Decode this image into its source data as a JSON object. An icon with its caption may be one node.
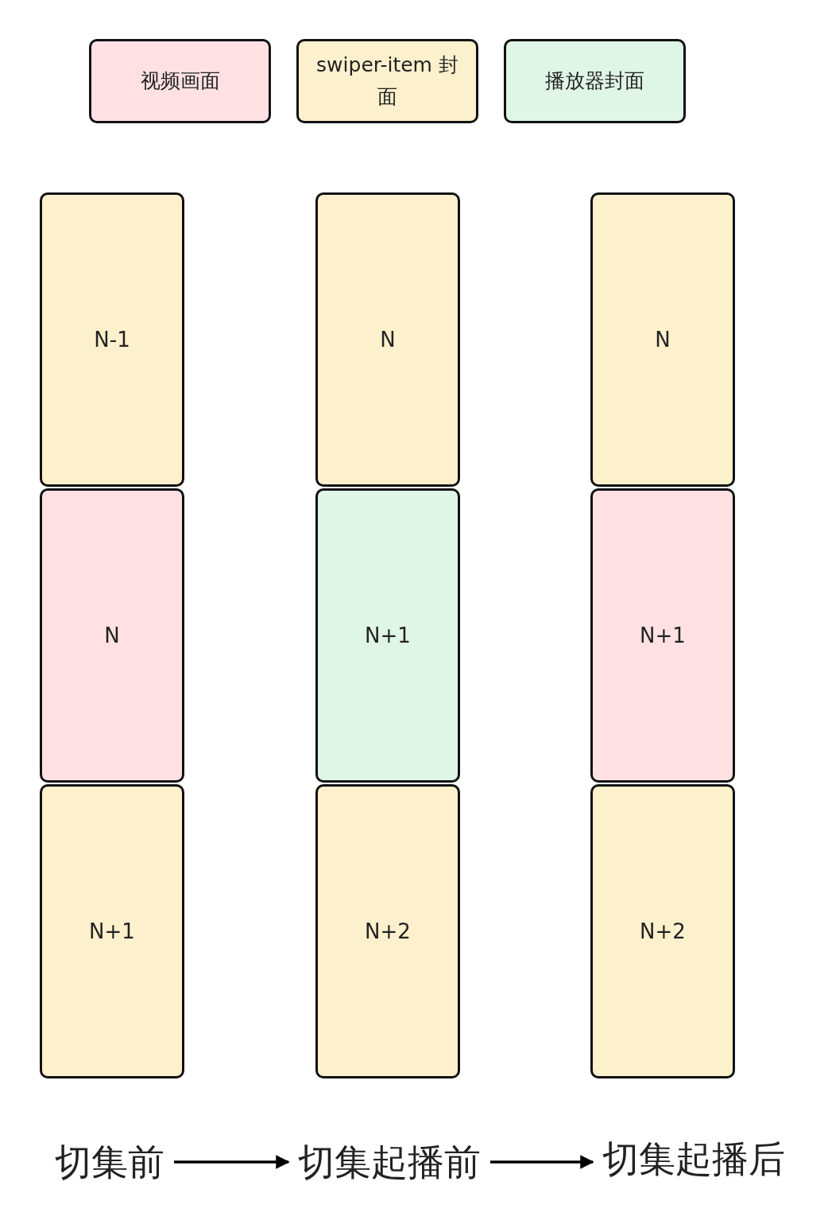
{
  "diagram": {
    "nodes": [
      {
        "text": [
          "N-1"
        ]
      },
      {
        "text": [
          "N"
        ]
      },
      {
        "text": [
          "N"
        ]
      },
      {
        "text": [
          "N"
        ]
      },
      {
        "text": [
          "N+1"
        ]
      },
      {
        "text": [
          "N+1"
        ]
      },
      {
        "text": [
          "N+1"
        ]
      },
      {
        "text": [
          "N+2"
        ]
      },
      {
        "text": [
          "N+2"
        ]
      },
      {
        "text": [
          "切集前"
        ]
      },
      {
        "text": [
          "切集起播前"
        ]
      },
      {
        "text": [
          "切集起播后"
        ]
      }
    ],
    "edges": [
      {
        "from": 9,
        "to": 10,
        "arrow": "to"
      },
      {
        "from": 10,
        "to": 11,
        "arrow": "to"
      }
    ],
    "legend": [
      {
        "text": "视频画面",
        "color": "#ffe1e4"
      },
      {
        "text": "swiper-item 封面",
        "color": "#fdf0cc"
      },
      {
        "text": "播放器封面",
        "color": "#dff5e6"
      }
    ]
  }
}
